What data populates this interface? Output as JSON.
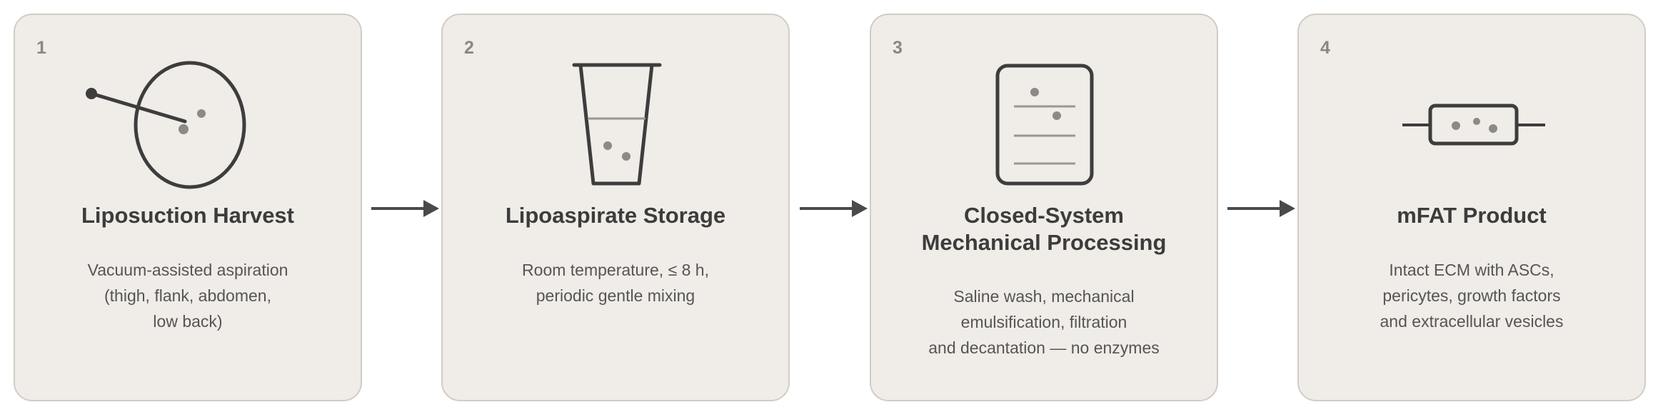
{
  "steps": [
    {
      "number": "1",
      "title_lines": [
        "Liposuction Harvest"
      ],
      "desc_lines": [
        "Vacuum-assisted aspiration",
        "(thigh, flank, abdomen,",
        "low back)"
      ],
      "icon": "liposuction-cannula-icon"
    },
    {
      "number": "2",
      "title_lines": [
        "Lipoaspirate Storage"
      ],
      "desc_lines": [
        "Room temperature, ≤ 8 h,",
        "periodic gentle mixing"
      ],
      "icon": "storage-container-icon"
    },
    {
      "number": "3",
      "title_lines": [
        "Closed-System",
        "Mechanical Processing"
      ],
      "desc_lines": [
        "Saline wash, mechanical",
        "emulsification, filtration",
        "and decantation — no enzymes"
      ],
      "icon": "processing-device-icon"
    },
    {
      "number": "4",
      "title_lines": [
        "mFAT Product"
      ],
      "desc_lines": [
        "Intact ECM with ASCs,",
        "pericytes, growth factors",
        "and extracellular vesicles"
      ],
      "icon": "syringe-product-icon"
    }
  ],
  "colors": {
    "card_background": "#f0ece8",
    "card_border": "#d2ccc6",
    "icon_stroke": "#3d3d3d",
    "icon_dot": "#8c8a86",
    "arrow": "#4a4a4a"
  }
}
